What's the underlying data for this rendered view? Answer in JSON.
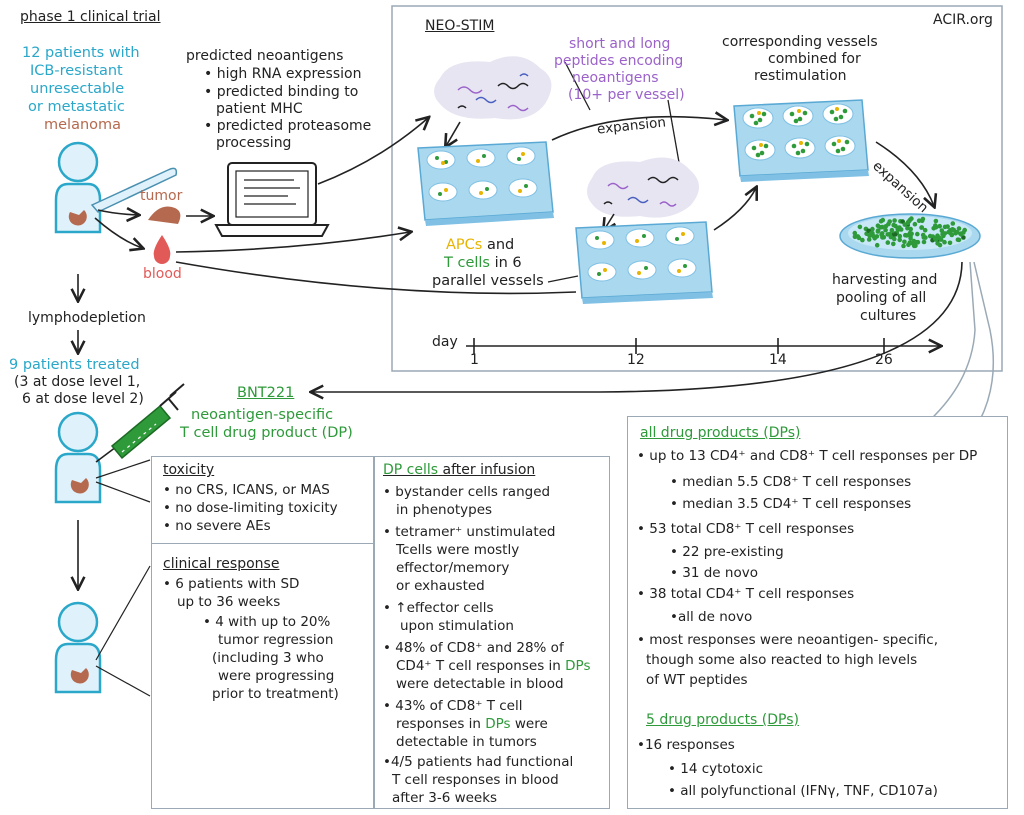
{
  "header": {
    "title": "phase 1 clinical trial",
    "neostim": "NEO-STIM",
    "credit": "ACIR.org"
  },
  "patients": {
    "l1": "12 patients with",
    "l2": "ICB-resistant",
    "l3": "unresectable",
    "l4": "or metastatic",
    "l5": "melanoma"
  },
  "labels": {
    "tumor": "tumor",
    "blood": "blood",
    "lymphodepletion": "lymphodepletion"
  },
  "neoantigens": {
    "heading": "predicted neoantigens",
    "items": [
      "high RNA expression",
      "predicted binding to",
      "patient MHC",
      "predicted proteasome",
      "processing"
    ]
  },
  "peptides": {
    "l1": "short and long",
    "l2": "peptides encoding",
    "l3": "neoantigens",
    "l4": "(10+ per vessel)"
  },
  "vessels": {
    "l1": "corresponding vessels",
    "l2": "combined for",
    "l3": "restimulation"
  },
  "expansion1": "expansion",
  "expansion2": "expansion",
  "apc": {
    "apcs": "APCs",
    "and": "and",
    "tcells": "T cells",
    "in6": "in 6",
    "parallel": "parallel vessels"
  },
  "harvest": {
    "l1": "harvesting and",
    "l2": "pooling of all",
    "l3": "cultures"
  },
  "timeline": {
    "label": "day",
    "ticks": [
      "1",
      "12",
      "14",
      "26"
    ]
  },
  "treated": {
    "l1": "9 patients treated",
    "l2": "(3 at dose level 1,",
    "l3": "6 at dose level 2)"
  },
  "bnt": {
    "name": "BNT221",
    "l1": "neoantigen-specific",
    "l2": "T cell drug product (DP)"
  },
  "toxicity": {
    "title": "toxicity",
    "items": [
      "no CRS, ICANS, or MAS",
      "no dose-limiting toxicity",
      "no severe AEs"
    ]
  },
  "clinical": {
    "title": "clinical response",
    "l1": "6 patients with SD",
    "l2": "up to 36 weeks",
    "s1": "4 with up to 20%",
    "s2": "tumor regression",
    "s3": "(including 3 who",
    "s4": "were progressing",
    "s5": "prior to treatment)"
  },
  "dpcells": {
    "title_a": "DP cells",
    "title_b": "after infusion",
    "b1a": "bystander cells ranged",
    "b1b": "in phenotypes",
    "b2a": "tetramer⁺ unstimulated",
    "b2b": "Tcells  were mostly",
    "b2c": "effector/memory",
    "b2d": "or exhausted",
    "b3a": "↑effector cells",
    "b3b": "upon stimulation",
    "b4a": "48% of CD8⁺ and 28% of",
    "b4b": "CD4⁺ T cell responses in",
    "b4b_dp": "DPs",
    "b4c": "were detectable in blood",
    "b5a": "43% of CD8⁺ T cell",
    "b5b": "responses in",
    "b5b_dp": "DPs",
    "b5b_end": "were",
    "b5c": "detectable in tumors",
    "b6a": "4/5 patients had functional",
    "b6b": "T cell responses in blood",
    "b6c": "after 3-6 weeks"
  },
  "alldp": {
    "title": "all drug products (DPs)",
    "r1": "up to 13 CD4⁺ and CD8⁺ T cell responses per DP",
    "r1a": "median 5.5  CD8⁺ T cell responses",
    "r1b": "median 3.5  CD4⁺ T cell responses",
    "r2": "53 total CD8⁺ T cell responses",
    "r2a": "22 pre-existing",
    "r2b": "31 de novo",
    "r3": "38 total CD4⁺ T cell responses",
    "r3a": "all de novo",
    "r4a": "most responses  were neoantigen- specific,",
    "r4b": "though some also reacted to high levels",
    "r4c": "of  WT  peptides"
  },
  "fivedp": {
    "title": "5 drug products (DPs)",
    "r1": "16 responses",
    "r1a": "14 cytotoxic",
    "r1b": "all polyfunctional (IFNγ, TNF, CD107a)"
  },
  "colors": {
    "teal": "#2aa7c9",
    "green": "#2e9a3a",
    "purple": "#9b62c9",
    "brown": "#b5694e",
    "red": "#e25a58",
    "plate": "#aad8ef"
  }
}
